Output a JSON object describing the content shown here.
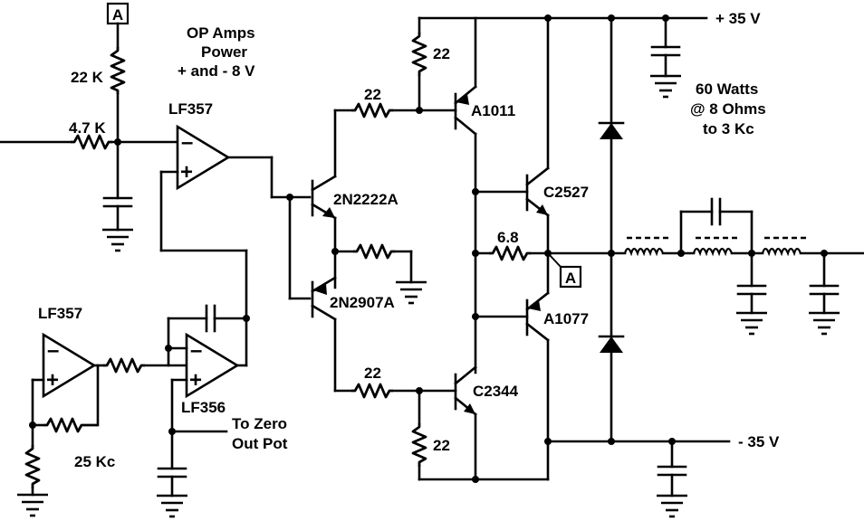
{
  "labels": {
    "node_a_top": "A",
    "node_a_out": "A",
    "r_22k": "22 K",
    "r_4_7k": "4.7 K",
    "opamp_power": [
      "OP Amps",
      "Power",
      "+ and - 8 V"
    ],
    "lf357_main": "LF357",
    "lf357_osc": "LF357",
    "lf356": "LF356",
    "osc_freq": "25 Kc",
    "zero_pot": [
      "To Zero",
      "Out Pot"
    ],
    "q_2n2222a": "2N2222A",
    "q_2n2907a": "2N2907A",
    "q_a1011": "A1011",
    "q_c2344": "C2344",
    "q_c2527": "C2527",
    "q_a1077": "A1077",
    "r_22_top_shunt": "22",
    "r_22_top_series": "22",
    "r_22_bot_series": "22",
    "r_22_bot_shunt": "22",
    "r_6_8": "6.8",
    "supply_pos": "+ 35 V",
    "supply_neg": "- 35 V",
    "rating": [
      "60 Watts",
      "@ 8 Ohms",
      "to 3 Kc"
    ]
  }
}
